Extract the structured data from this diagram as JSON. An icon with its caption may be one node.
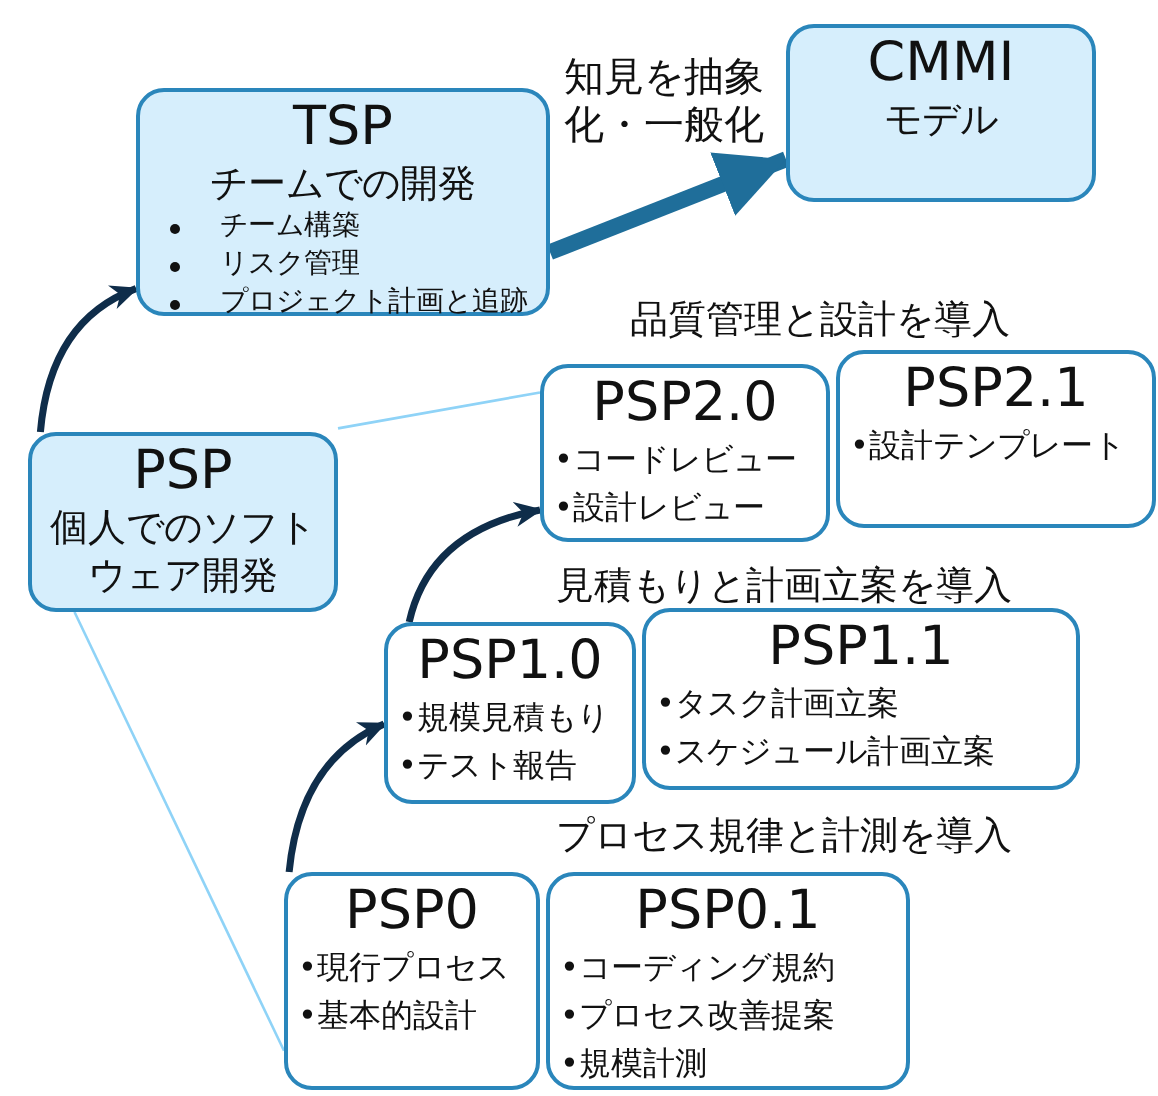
{
  "diagram": {
    "nodes": [
      {
        "text": [
          "TSP",
          "チームでの開発",
          "チーム構築",
          "リスク管理",
          "プロジェクト計画と追跡"
        ]
      },
      {
        "text": [
          "CMMI",
          "モデル"
        ]
      },
      {
        "text": [
          "PSP",
          "個人でのソフトウェア開発"
        ]
      },
      {
        "text": [
          "PSP2.0",
          "•コードレビュー",
          "•設計レビュー"
        ]
      },
      {
        "text": [
          "PSP2.1",
          "•設計テンプレート"
        ]
      },
      {
        "text": [
          "PSP1.0",
          "•規模見積もり",
          "•テスト報告"
        ]
      },
      {
        "text": [
          "PSP1.1",
          "•タスク計画立案",
          "•スケジュール計画立案"
        ]
      },
      {
        "text": [
          "PSP0",
          "•現行プロセス",
          "•基本的設計"
        ]
      },
      {
        "text": [
          "PSP0.1",
          "•コーディング規約",
          "•プロセス改善提案",
          "•規模計測"
        ]
      }
    ],
    "edges": [
      {
        "from": 2,
        "to": 0,
        "arrow": "to"
      },
      {
        "from": 7,
        "to": 5,
        "arrow": "to"
      },
      {
        "from": 5,
        "to": 3,
        "arrow": "to"
      },
      {
        "from": 0,
        "to": 1,
        "arrow": "to",
        "label": "知見を抽象化・一般化",
        "style": "thick",
        "color": "#1f6e9a"
      },
      {
        "from": 2,
        "to": 3,
        "arrow": "none",
        "color": "#8fd3f7"
      },
      {
        "from": 2,
        "to": 7,
        "arrow": "none",
        "color": "#8fd3f7"
      }
    ],
    "labels": [
      "品質管理と設計を導入",
      "見積もりと計画立案を導入",
      "プロセス規律と計測を導入"
    ]
  }
}
